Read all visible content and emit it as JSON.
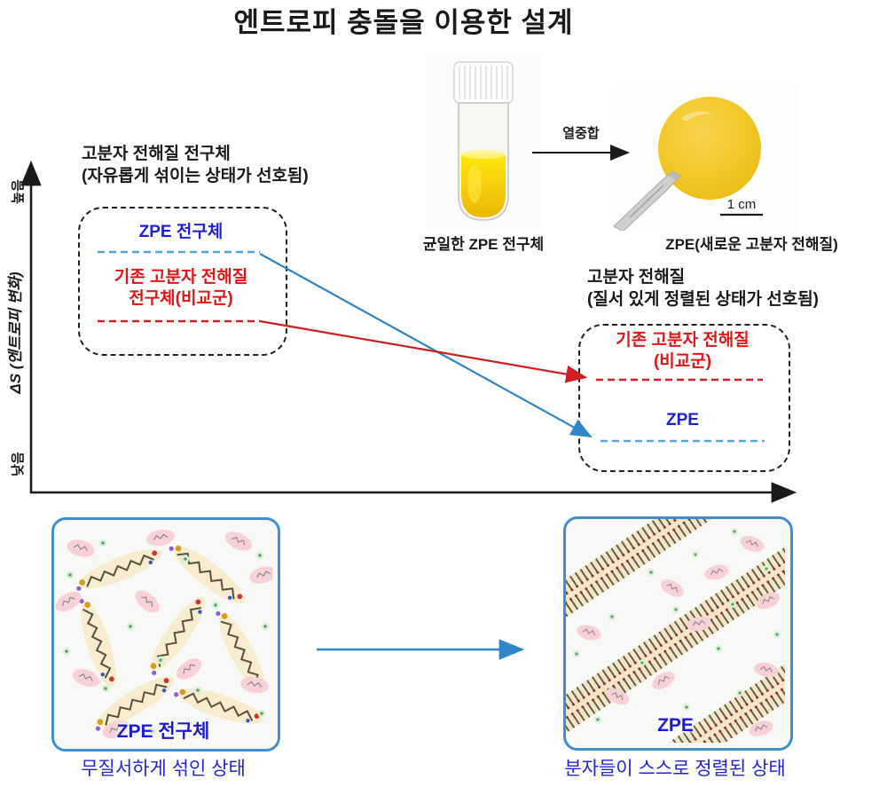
{
  "title": "엔트로피 충돌을 이용한 설계",
  "photo_flow": {
    "vial_caption": "균일한 ZPE 전구체",
    "arrow_label": "열중합",
    "disc_caption": "ZPE(새로운 고분자 전해질)",
    "scale_label": "1 cm"
  },
  "graph": {
    "y_axis_label": "ΔS (엔트로피 변화)",
    "y_high": "높음",
    "y_low": "낮음",
    "left_group": {
      "heading_line1": "고분자 전해질 전구체",
      "heading_line2": "(자유롭게 섞이는 상태가 선호됨)",
      "zpe_label": "ZPE 전구체",
      "ref_line1": "기존 고분자 전해질",
      "ref_line2": "전구체(비교군)"
    },
    "right_group": {
      "heading_line1": "고분자 전해질",
      "heading_line2": "(질서 있게 정렬된 상태가 선호됨)",
      "ref_line1": "기존 고분자 전해질",
      "ref_line2": "(비교군)",
      "zpe_label": "ZPE"
    }
  },
  "bottom": {
    "left_box_label": "ZPE 전구체",
    "left_caption": "무질서하게 섞인 상태",
    "right_box_label": "ZPE",
    "right_caption": "분자들이 스스로 정렬된 상태"
  },
  "colors": {
    "blue_text": "#2020d6",
    "red_text": "#e31414",
    "line_blue": "#2e86c8",
    "dash_blue": "#58a3d9",
    "line_red": "#cf1f1f",
    "box_border_blue": "#3f8fd0",
    "axis_black": "#1a1a1a",
    "liquid_yellow": "#f6d506",
    "disc_yellow": "#eec41e"
  }
}
